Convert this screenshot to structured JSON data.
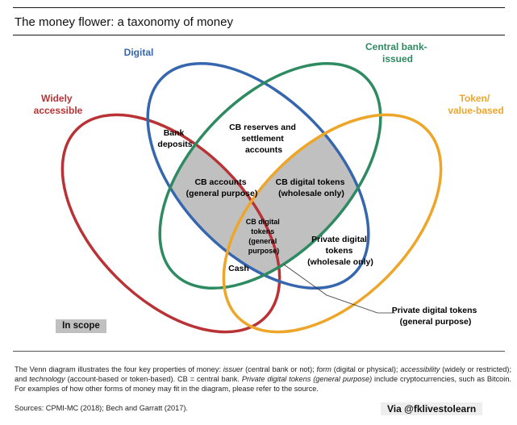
{
  "title": "The money flower: a taxonomy of money",
  "sets": {
    "digital": "Digital",
    "cb_line1": "Central bank-",
    "cb_line2": "issued",
    "widely_line1": "Widely",
    "widely_line2": "accessible",
    "token_line1": "Token/",
    "token_line2": "value-based"
  },
  "colors": {
    "digital": "#3566ae",
    "central_bank": "#2e8a61",
    "widely_accessible": "#b93336",
    "token": "#eda62a",
    "scope": "#c0c0c0"
  },
  "regions": {
    "bank_deposits": [
      "Bank",
      "deposits"
    ],
    "cb_reserves": [
      "CB reserves and",
      "settlement",
      "accounts"
    ],
    "cb_accounts": [
      "CB accounts",
      "(general purpose)"
    ],
    "cb_digital_wholesale": [
      "CB digital tokens",
      "(wholesale only)"
    ],
    "cb_digital_general": [
      "CB digital",
      "tokens",
      "(general",
      "purpose)"
    ],
    "private_wholesale": [
      "Private digital",
      "tokens",
      "(wholesale only)"
    ],
    "cash": "Cash",
    "private_general": [
      "Private digital tokens",
      "(general purpose)"
    ]
  },
  "legend": "In scope",
  "note": {
    "p1": "The Venn diagram illustrates the four key properties of money: ",
    "e1": "issuer",
    "p2": " (central bank or not); ",
    "e2": "form",
    "p3": " (digital or physical); ",
    "e3": "accessibility",
    "p4": " (widely or restricted); and ",
    "e4": "technology",
    "p5": " (account-based or token-based). CB = central bank. ",
    "e5": "Private digital tokens (general purpose)",
    "p6": " include cryptocurrencies, such as Bitcoin. For examples of how other forms of money may fit in the diagram, please refer to the source."
  },
  "sources": "Sources: CPMI-MC (2018); Bech and Garratt (2017).",
  "watermark": "Via @fklivestolearn"
}
